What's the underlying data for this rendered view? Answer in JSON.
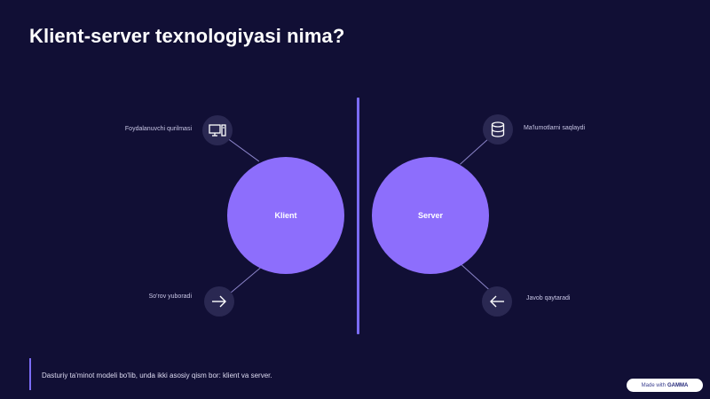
{
  "title": "Klient-server texnologiyasi nima?",
  "diagram": {
    "left_circle": "Klient",
    "right_circle": "Server",
    "nodes": {
      "top_left": {
        "label": "Foydalanuvchi qurilmasi",
        "icon": "desktop-icon"
      },
      "bottom_left": {
        "label": "So'rov yuboradi",
        "icon": "arrow-right-icon"
      },
      "top_right": {
        "label": "Ma'lumotlarni saqlaydi",
        "icon": "database-icon"
      },
      "bottom_right": {
        "label": "Javob qaytaradi",
        "icon": "arrow-left-icon"
      }
    }
  },
  "footer": "Dasturiy ta'minot modeli bo'lib, unda ikki asosiy qism bor: klient va server.",
  "badge": {
    "prefix": "Made with",
    "brand": "GAMMA"
  },
  "colors": {
    "background": "#110f35",
    "accent": "#7b6cf5",
    "circle": "#8d6efc",
    "icon_bg": "#2a2852"
  }
}
